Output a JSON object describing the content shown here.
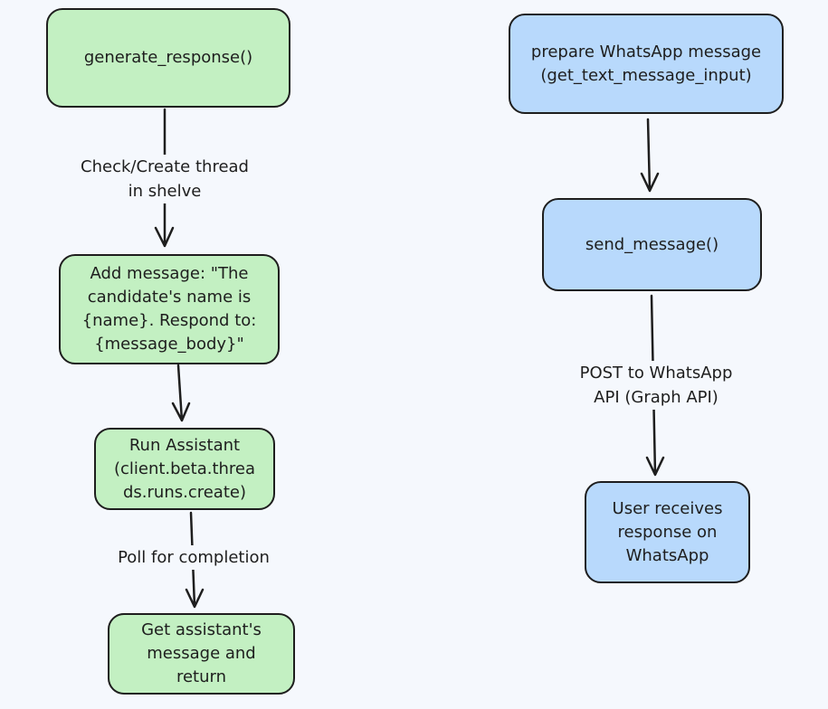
{
  "nodes": {
    "generate_response": "generate_response()",
    "add_message": "Add message: \"The\ncandidate's name is\n{name}. Respond to:\n{message_body}\"",
    "run_assistant": "Run Assistant\n(client.beta.threa\nds.runs.create)",
    "get_message": "Get assistant's\nmessage and\nreturn",
    "prepare_message": "prepare WhatsApp message\n(get_text_message_input)",
    "send_message": "send_message()",
    "user_receives": "User receives\nresponse on\nWhatsApp"
  },
  "edges": {
    "check_thread": "Check/Create thread\nin shelve",
    "poll": "Poll for completion",
    "post_api": "POST to WhatsApp\nAPI (Graph API)"
  },
  "colors": {
    "green_fill": "#c3f0c2",
    "blue_fill": "#b8d9fc",
    "stroke": "#1e1e1e",
    "background": "#f5f8fd"
  }
}
